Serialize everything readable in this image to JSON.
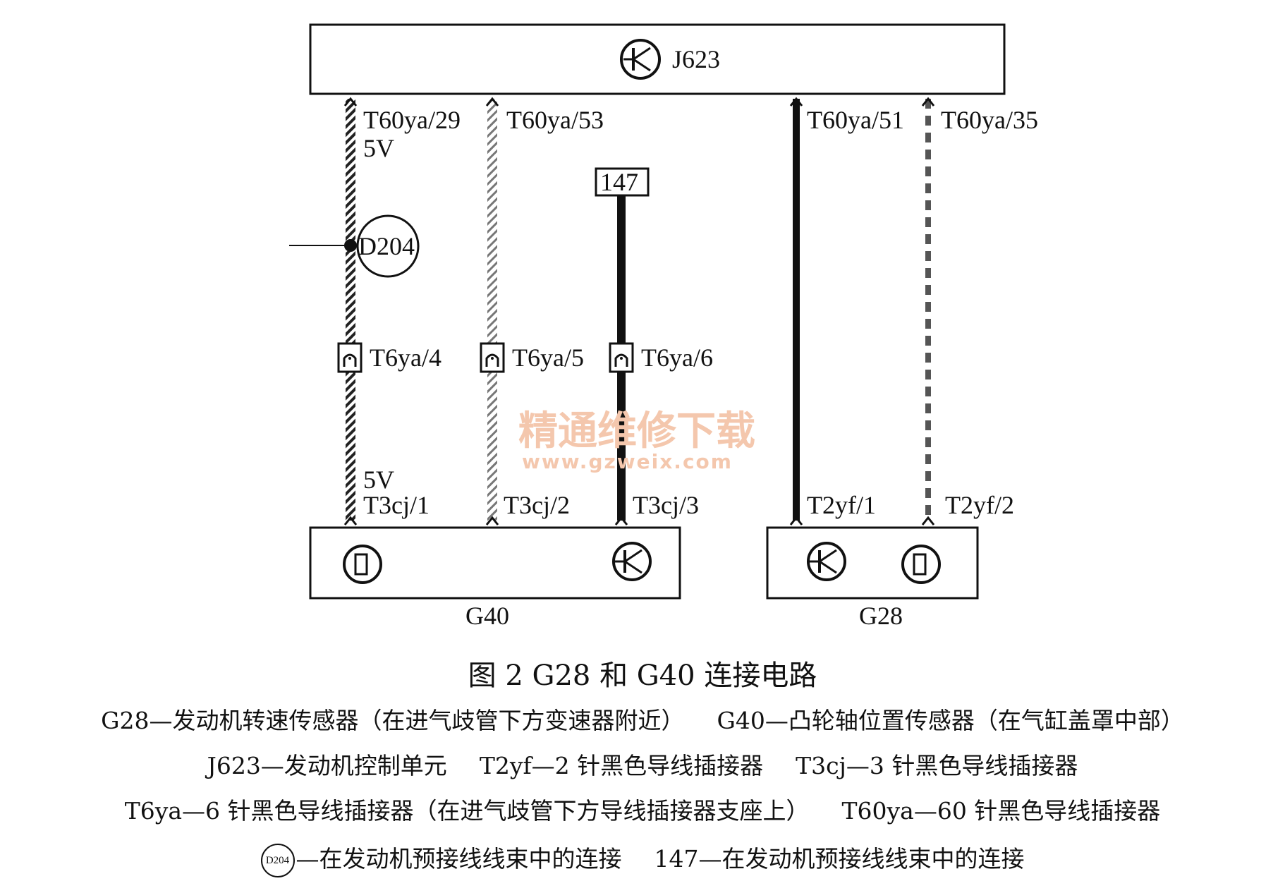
{
  "modules": {
    "j623": "J623",
    "g40": "G40",
    "g28": "G28"
  },
  "pins": {
    "t60ya_29": "T60ya/29",
    "t60ya_29_voltage": "5V",
    "t60ya_53": "T60ya/53",
    "t60ya_51": "T60ya/51",
    "t60ya_35": "T60ya/35",
    "t6ya_4": "T6ya/4",
    "t6ya_5": "T6ya/5",
    "t6ya_6": "T6ya/6",
    "t3cj_1_voltage": "5V",
    "t3cj_1": "T3cj/1",
    "t3cj_2": "T3cj/2",
    "t3cj_3": "T3cj/3",
    "t2yf_1": "T2yf/1",
    "t2yf_2": "T2yf/2"
  },
  "splice_point": "D204",
  "connector_box": "147",
  "watermark": {
    "line1": "精通维修下载",
    "line2": "www.gzweix.com"
  },
  "caption": "图 2  G28 和 G40 连接电路",
  "legend": {
    "g28": "G28—发动机转速传感器（在进气歧管下方变速器附近）",
    "g40": "G40—凸轮轴位置传感器（在气缸盖罩中部）",
    "j623": "J623—发动机控制单元",
    "t2yf": "T2yf—2 针黑色导线插接器",
    "t3cj": "T3cj—3 针黑色导线插接器",
    "t6ya": "T6ya—6 针黑色导线插接器（在进气歧管下方导线插接器支座上）",
    "t60ya": "T60ya—60 针黑色导线插接器",
    "d204_badge": "D204",
    "d204": "—在发动机预接线线束中的连接",
    "c147": "147—在发动机预接线线束中的连接"
  },
  "icons": {
    "transistor": "transistor-symbol-icon",
    "sensor": "hall-sensor-icon",
    "connector": "plug-connector-icon"
  }
}
